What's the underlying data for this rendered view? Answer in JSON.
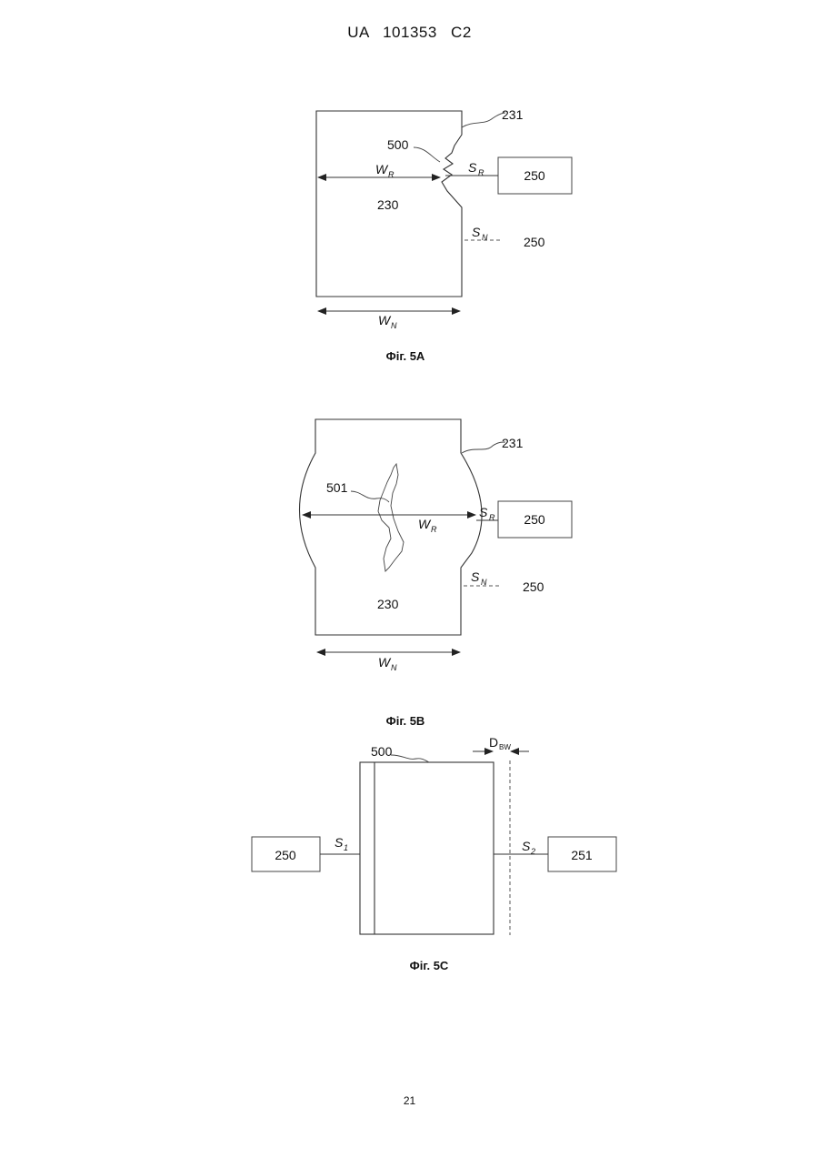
{
  "header": {
    "title": "UA   101353   C2"
  },
  "page_number": "21",
  "fig5a": {
    "caption": "Фіг. 5А",
    "label_231": "231",
    "label_500": "500",
    "label_230": "230",
    "label_w": "W",
    "label_w_r_sub": "R",
    "label_s": "S",
    "label_s_r_sub": "R",
    "label_s_n_sub": "N",
    "label_w_n_sub": "N",
    "box_250_top": "250",
    "label_250_bottom": "250"
  },
  "fig5b": {
    "caption": "Фіг. 5В",
    "label_231": "231",
    "label_501": "501",
    "label_230": "230",
    "label_w": "W",
    "label_w_r_sub": "R",
    "label_s": "S",
    "label_s_r_sub": "R",
    "label_s_n_sub": "N",
    "label_w_n_sub": "N",
    "box_250_top": "250",
    "label_250_bottom": "250"
  },
  "fig5c": {
    "caption": "Фіг. 5С",
    "label_500": "500",
    "label_d": "D",
    "label_d_sub": "BW",
    "label_s": "S",
    "label_s1_sub": "1",
    "label_s2_sub": "2",
    "box_250": "250",
    "box_251": "251"
  }
}
